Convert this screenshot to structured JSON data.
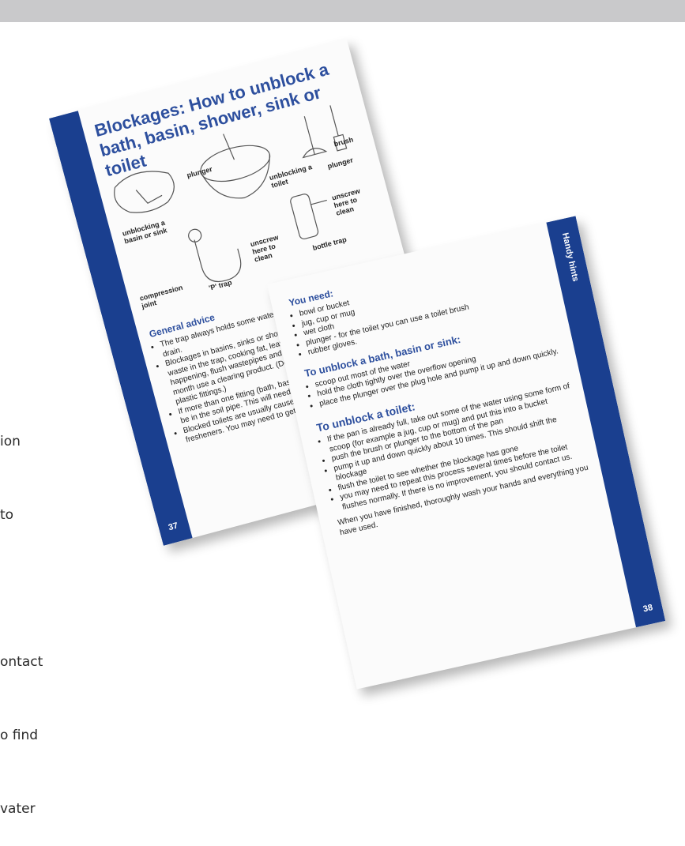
{
  "background_text": {
    "lines": [
      "ion",
      "to",
      "",
      "ontact",
      "o find",
      "vater"
    ]
  },
  "page_left": {
    "title": "Blockages: How to unblock a bath, basin, shower, sink or toilet",
    "labels": {
      "plunger_1": "plunger",
      "brush": "brush",
      "unblocking_toilet": "unblocking a toilet",
      "plunger_2": "plunger",
      "unblocking_basin": "unblocking a basin or sink",
      "unscrew_1": "unscrew here to clean",
      "unscrew_2": "unscrew here to clean",
      "compression": "compression joint",
      "p_trap": "'P' trap",
      "bottle_trap": "bottle trap"
    },
    "section_heading": "General advice",
    "bullets": [
      "The trap always holds some water which stops smells coming up the drain.",
      "Blockages in basins, sinks or showers are caused by the build-up of waste in the trap, cooking fat, leaves, hair and so on. To stop this happening, flush wastepipes and traps with hot water at least once a month use a clearing product. (Do not use caustic soda as it destroys plastic fittings.)",
      "If more than one fitting (bath, basin, sink) is blocked, the blockage may be in the soil pipe. This will need to be cleared by a contractor.",
      "Blocked toilets are usually caused by unsuitable nappies, toys or toilet fresheners. You may need to get rid of rubbish."
    ],
    "page_number": "37"
  },
  "page_right": {
    "you_need_heading": "You need:",
    "you_need_items": [
      "bowl or bucket",
      "jug, cup or mug",
      "wet cloth",
      "plunger - for the toilet you can use a toilet brush",
      "rubber gloves."
    ],
    "bath_heading": "To unblock a bath, basin or sink:",
    "bath_steps": [
      "scoop out most of the water",
      "hold the cloth tightly over the overflow opening",
      "place the plunger over the plug hole and pump it up and down quickly."
    ],
    "toilet_heading": "To unblock a toilet:",
    "toilet_steps": [
      "If the pan is already full, take out some of the water using some form of scoop (for example a jug, cup or mug) and put this into a bucket",
      "push the brush or plunger to the bottom of the pan",
      "pump it up and down quickly about 10 times. This should shift the blockage",
      "flush the toilet to see whether the blockage has gone",
      "you may need to repeat this process several times before the toilet flushes normally. If there is no improvement, you should contact us."
    ],
    "closing": "When you have finished, thoroughly wash your hands and everything you have used.",
    "side_label": "Handy hints",
    "page_number": "38"
  },
  "colors": {
    "band": "#1a3f8f",
    "heading": "#2d4f9e",
    "topbar": "#c9c9cb"
  }
}
